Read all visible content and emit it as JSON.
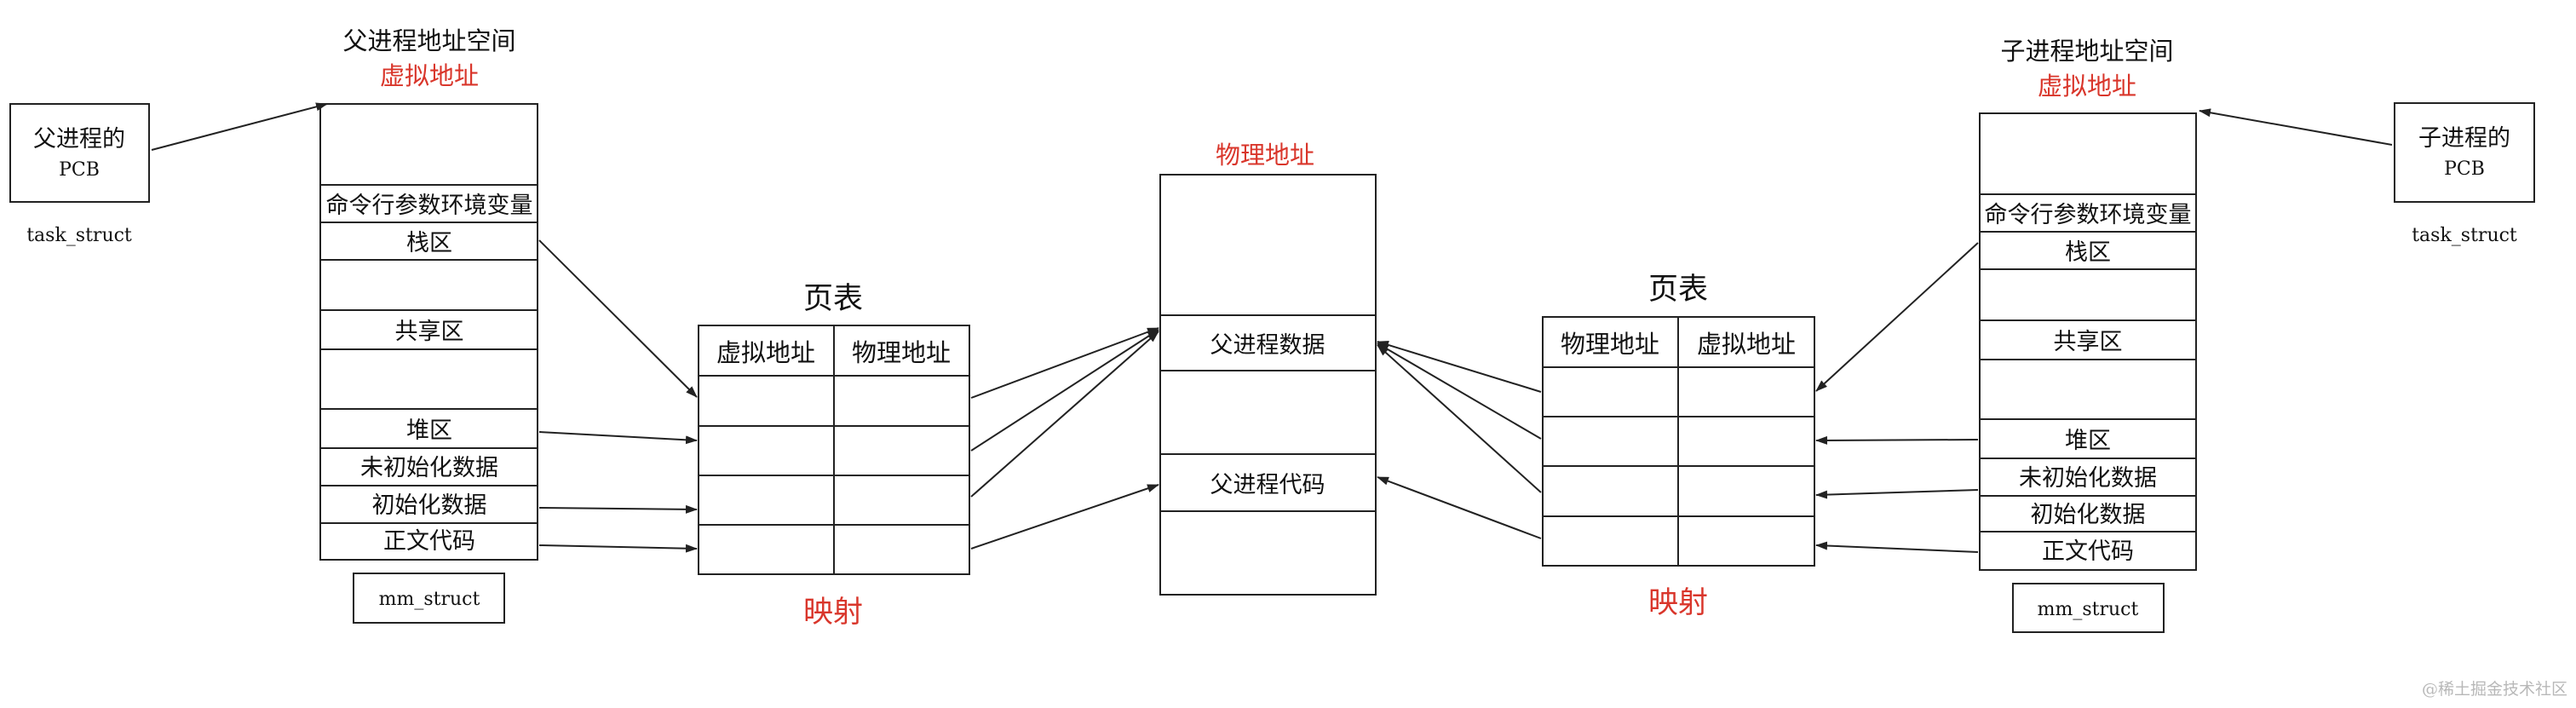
{
  "parent": {
    "title": "父进程地址空间",
    "subtitle": "虚拟地址",
    "pcb_line1": "父进程的",
    "pcb_line2": "PCB",
    "task_struct": "task_struct",
    "mm_struct": "mm_struct",
    "segments": [
      "命令行参数环境变量",
      "栈区",
      "共享区",
      "堆区",
      "未初始化数据",
      "初始化数据",
      "正文代码"
    ]
  },
  "child": {
    "title": "子进程地址空间",
    "subtitle": "虚拟地址",
    "pcb_line1": "子进程的",
    "pcb_line2": "PCB",
    "task_struct": "task_struct",
    "mm_struct": "mm_struct",
    "segments": [
      "命令行参数环境变量",
      "栈区",
      "共享区",
      "堆区",
      "未初始化数据",
      "初始化数据",
      "正文代码"
    ]
  },
  "parent_page_table": {
    "title": "页表",
    "headers": [
      "虚拟地址",
      "物理地址"
    ],
    "caption": "映射"
  },
  "child_page_table": {
    "title": "页表",
    "headers": [
      "物理地址",
      "虚拟地址"
    ],
    "caption": "映射"
  },
  "physical": {
    "title": "物理地址",
    "data_label": "父进程数据",
    "code_label": "父进程代码"
  },
  "watermark": "@稀土掘金技术社区",
  "colors": {
    "accent_red": "#d9362b",
    "line": "#222222"
  }
}
